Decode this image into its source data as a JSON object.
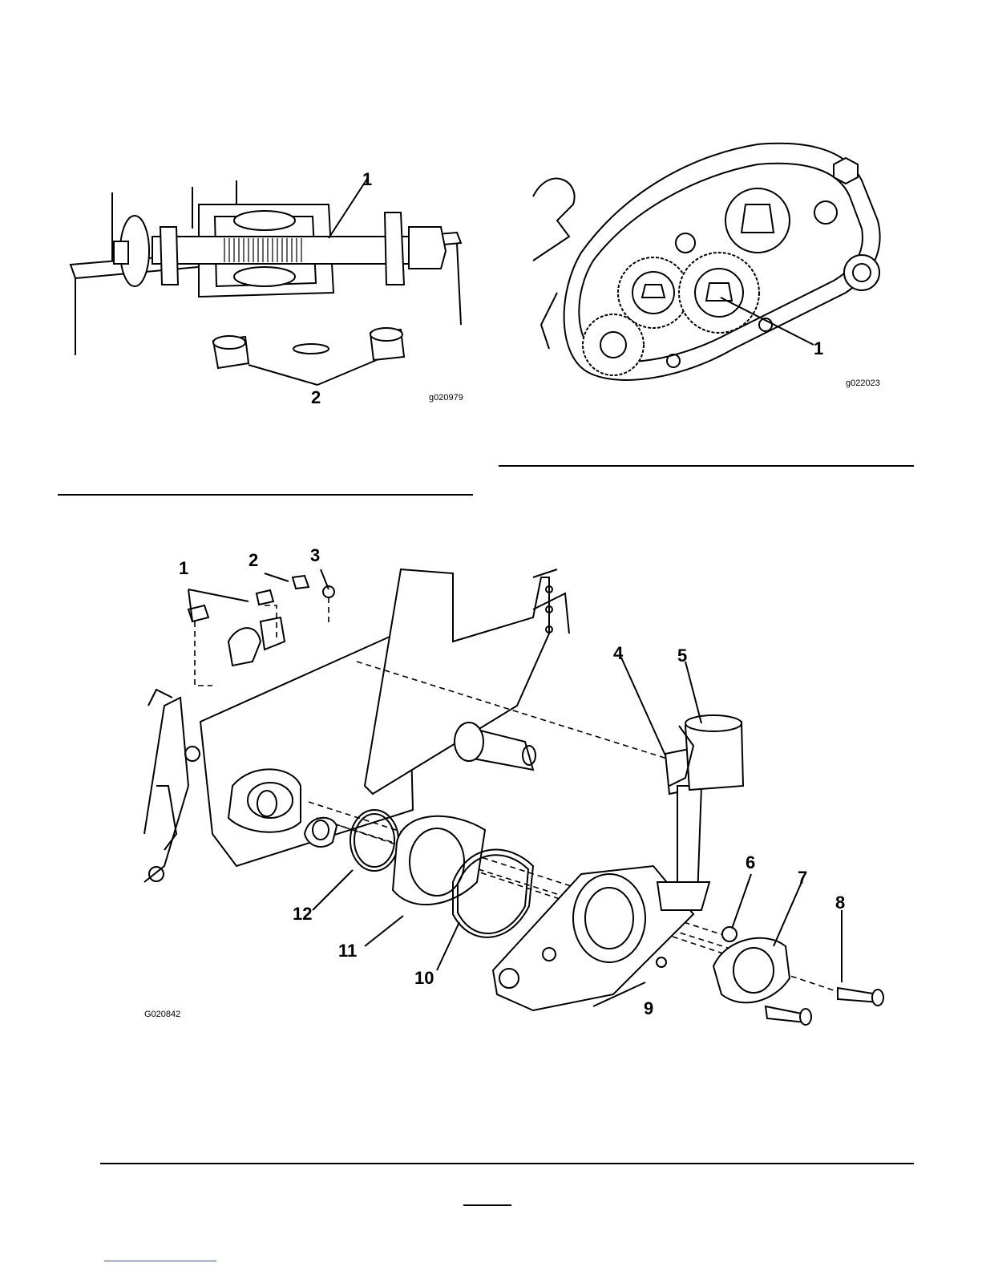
{
  "figures": [
    {
      "id_label": "g020979",
      "callouts": [
        "1",
        "2"
      ]
    },
    {
      "id_label": "g022023",
      "callouts": [
        "1"
      ]
    },
    {
      "id_label": "G020842",
      "callouts": [
        "1",
        "2",
        "3",
        "4",
        "5",
        "6",
        "7",
        "8",
        "9",
        "10",
        "11",
        "12"
      ]
    }
  ],
  "colors": {
    "ink": "#000000",
    "paper": "#ffffff",
    "link": "#3355cc"
  }
}
